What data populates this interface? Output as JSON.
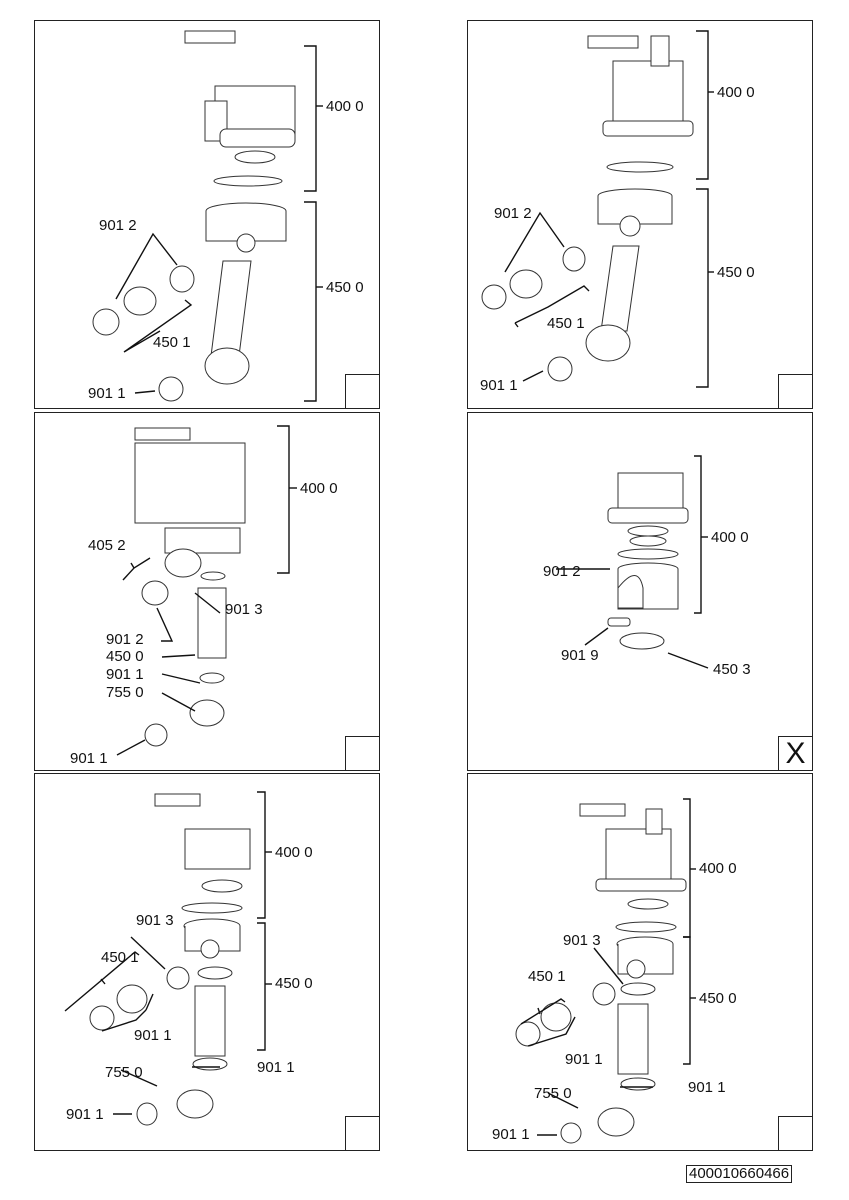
{
  "document": {
    "doc_id": "400010660466"
  },
  "panels": [
    {
      "name": "panel-1",
      "corner_mark": "",
      "labels": [
        "400 0",
        "450 0",
        "901 2",
        "450 1",
        "901 1"
      ]
    },
    {
      "name": "panel-2",
      "corner_mark": "",
      "labels": [
        "400 0",
        "450 0",
        "901 2",
        "450 1",
        "901 1"
      ]
    },
    {
      "name": "panel-3",
      "corner_mark": "",
      "labels": [
        "400 0",
        "405 2",
        "901 3",
        "901 2",
        "450 0",
        "901 1",
        "755 0",
        "901 1"
      ]
    },
    {
      "name": "panel-4",
      "corner_mark": "X",
      "labels": [
        "400 0",
        "901 2",
        "901 9",
        "450 3"
      ]
    },
    {
      "name": "panel-5",
      "corner_mark": "",
      "labels": [
        "400 0",
        "901 3",
        "450 1",
        "450 0",
        "901 1",
        "901 1",
        "755 0",
        "901 1"
      ]
    },
    {
      "name": "panel-6",
      "corner_mark": "",
      "labels": [
        "400 0",
        "901 3",
        "450 1",
        "450 0",
        "901 1",
        "901 1",
        "755 0",
        "901 1"
      ]
    }
  ]
}
